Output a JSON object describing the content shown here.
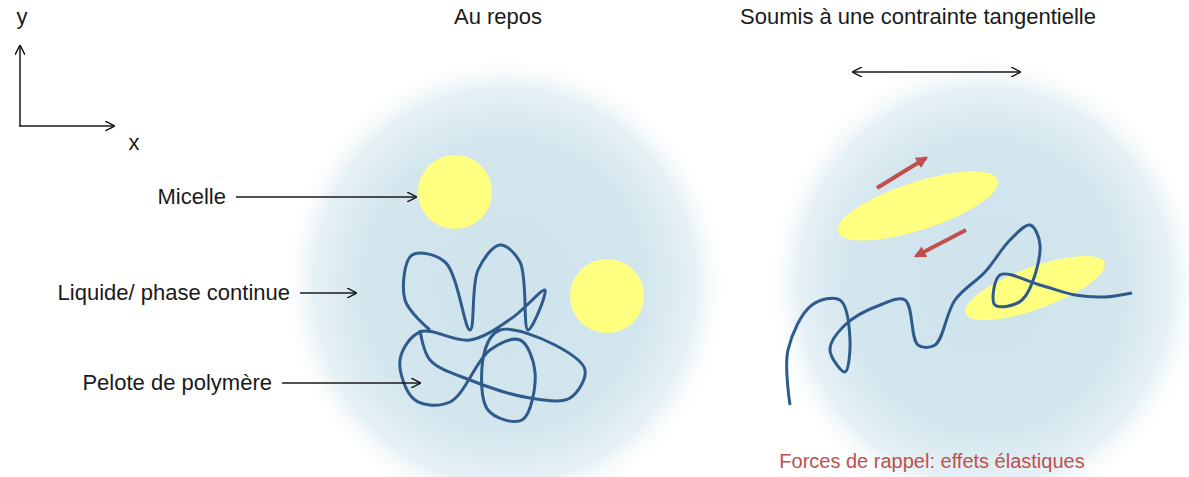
{
  "diagram": {
    "labels": [
      "y",
      "x",
      "Au repos",
      "Soumis à une contrainte tangentielle",
      "Micelle",
      "Liquide/ phase continue",
      "Pelote de polymère",
      "Forces de rappel: effets élastiques"
    ]
  }
}
